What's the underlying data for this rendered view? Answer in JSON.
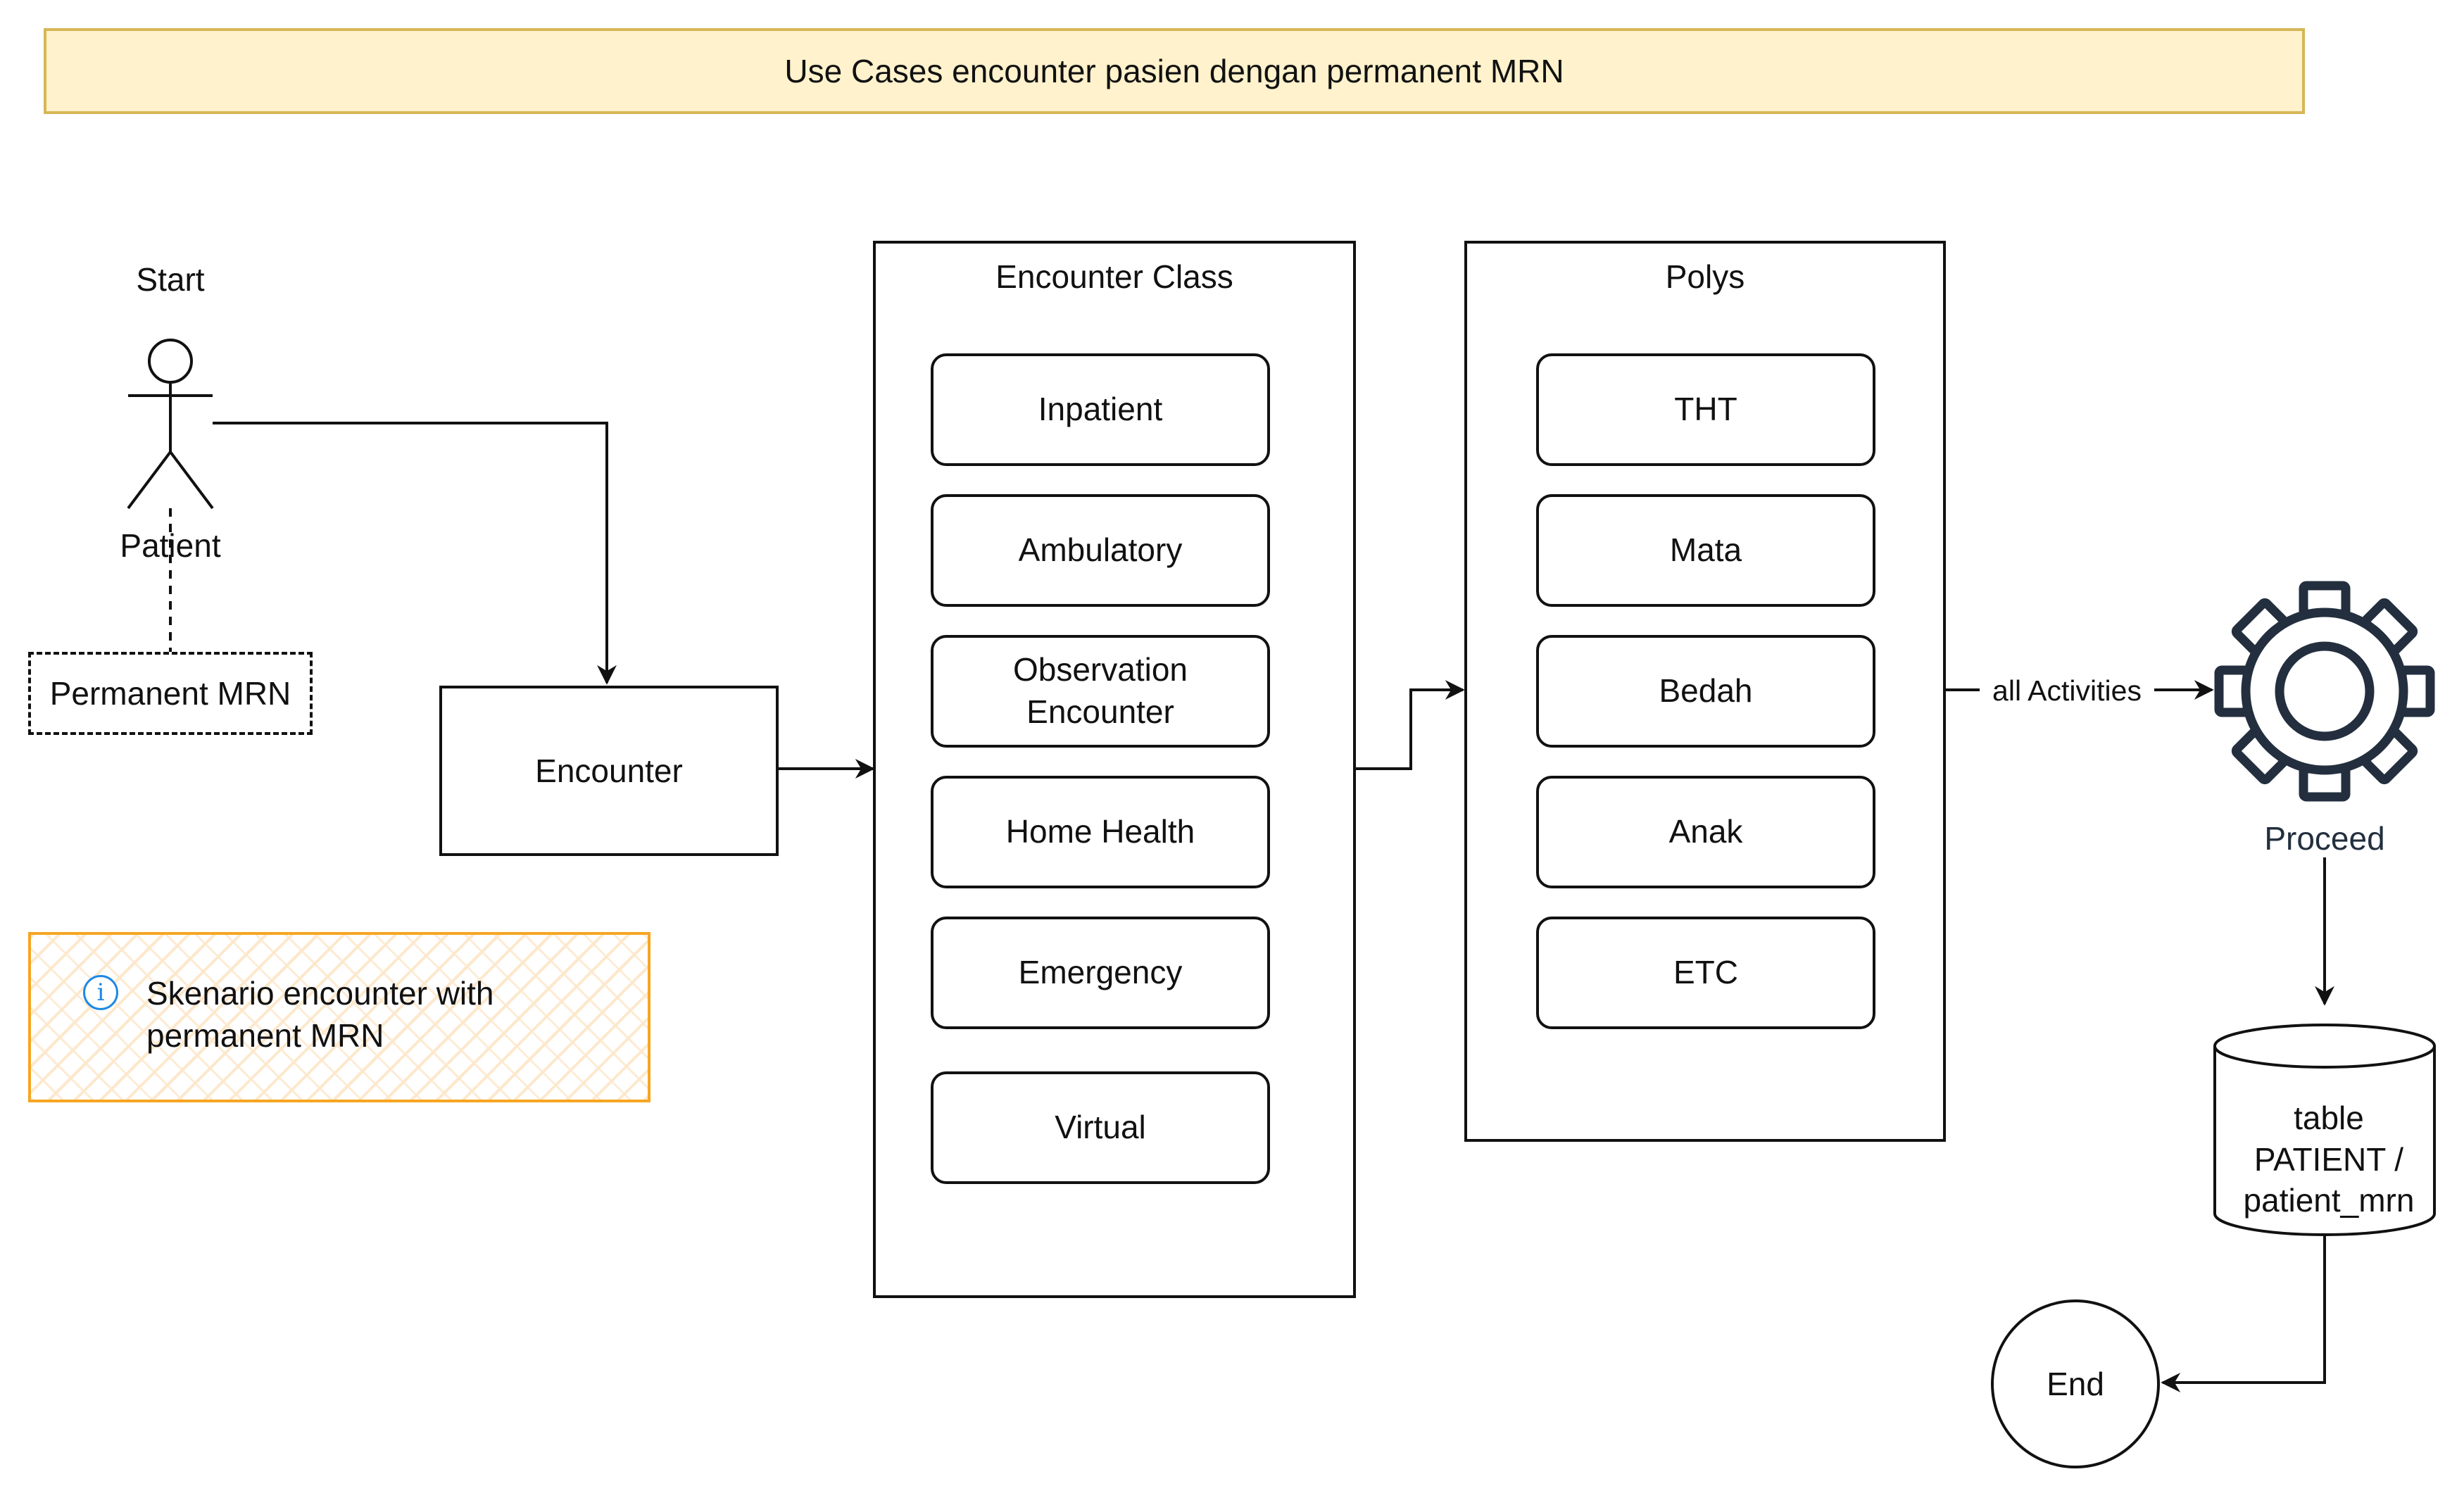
{
  "title": "Use Cases encounter pasien dengan permanent MRN",
  "actor": {
    "start_label": "Start",
    "name": "Patient",
    "mrn_label": "Permanent MRN"
  },
  "encounter_label": "Encounter",
  "encounter_class": {
    "title": "Encounter Class",
    "items": [
      "Inpatient",
      "Ambulatory",
      "Observation\nEncounter",
      "Home Health",
      "Emergency",
      "Virtual"
    ]
  },
  "polys": {
    "title": "Polys",
    "items": [
      "THT",
      "Mata",
      "Bedah",
      "Anak",
      "ETC"
    ]
  },
  "edge_label": "all Activities",
  "process": {
    "label": "Proceed",
    "icon": "gear-icon",
    "color": "#232f3e"
  },
  "database": {
    "label": "table\nPATIENT /\npatient_mrn"
  },
  "end_label": "End",
  "note": {
    "text": "Skenario encounter with permanent MRN",
    "icon": "info-icon",
    "icon_color": "#1e88e5",
    "border_color": "#f5a623"
  },
  "colors": {
    "banner_fill": "#fff2cc",
    "banner_border": "#d6b656",
    "line": "#111111"
  }
}
